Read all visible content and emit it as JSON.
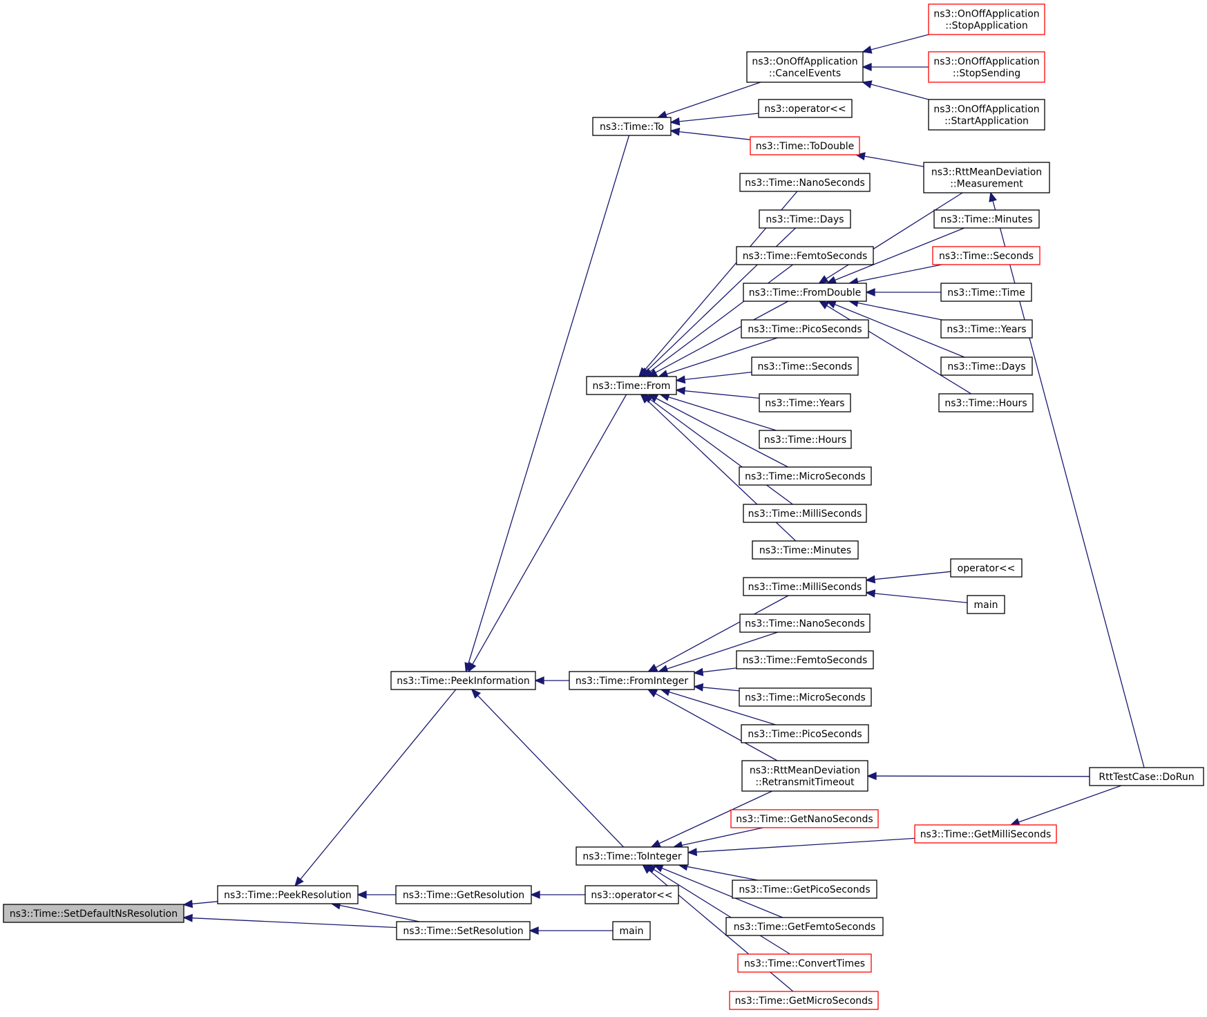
{
  "colors": {
    "edge": "#191970",
    "border_normal": "#000000",
    "border_truncated": "#ff0000",
    "root_fill": "#bfbfbf",
    "node_fill": "#ffffff"
  },
  "nodes": [
    {
      "id": "setDefault",
      "lines": [
        "ns3::Time::SetDefaultNsResolution"
      ],
      "status": "root"
    },
    {
      "id": "peekRes",
      "lines": [
        "ns3::Time::PeekResolution"
      ],
      "status": "normal"
    },
    {
      "id": "getRes",
      "lines": [
        "ns3::Time::GetResolution"
      ],
      "status": "normal"
    },
    {
      "id": "setRes",
      "lines": [
        "ns3::Time::SetResolution"
      ],
      "status": "normal"
    },
    {
      "id": "opLeft",
      "lines": [
        "ns3::operator<<"
      ],
      "status": "normal"
    },
    {
      "id": "mainLeft",
      "lines": [
        "main"
      ],
      "status": "normal"
    },
    {
      "id": "peekInfo",
      "lines": [
        "ns3::Time::PeekInformation"
      ],
      "status": "normal"
    },
    {
      "id": "timeTo",
      "lines": [
        "ns3::Time::To"
      ],
      "status": "normal"
    },
    {
      "id": "timeFrom",
      "lines": [
        "ns3::Time::From"
      ],
      "status": "normal"
    },
    {
      "id": "fromInt",
      "lines": [
        "ns3::Time::FromInteger"
      ],
      "status": "normal"
    },
    {
      "id": "toInt",
      "lines": [
        "ns3::Time::ToInteger"
      ],
      "status": "normal"
    },
    {
      "id": "cancelEvents",
      "lines": [
        "ns3::OnOffApplication",
        "::CancelEvents"
      ],
      "status": "normal"
    },
    {
      "id": "opTo",
      "lines": [
        "ns3::operator<<"
      ],
      "status": "normal"
    },
    {
      "id": "toDouble",
      "lines": [
        "ns3::Time::ToDouble"
      ],
      "status": "truncated"
    },
    {
      "id": "stopApp",
      "lines": [
        "ns3::OnOffApplication",
        "::StopApplication"
      ],
      "status": "truncated"
    },
    {
      "id": "stopSend",
      "lines": [
        "ns3::OnOffApplication",
        "::StopSending"
      ],
      "status": "truncated"
    },
    {
      "id": "startApp",
      "lines": [
        "ns3::OnOffApplication",
        "::StartApplication"
      ],
      "status": "normal"
    },
    {
      "id": "measurement",
      "lines": [
        "ns3::RttMeanDeviation",
        "::Measurement"
      ],
      "status": "normal"
    },
    {
      "id": "fNano",
      "lines": [
        "ns3::Time::NanoSeconds"
      ],
      "status": "normal"
    },
    {
      "id": "fDays",
      "lines": [
        "ns3::Time::Days"
      ],
      "status": "normal"
    },
    {
      "id": "fFemto",
      "lines": [
        "ns3::Time::FemtoSeconds"
      ],
      "status": "normal"
    },
    {
      "id": "fromDouble",
      "lines": [
        "ns3::Time::FromDouble"
      ],
      "status": "normal"
    },
    {
      "id": "fPico",
      "lines": [
        "ns3::Time::PicoSeconds"
      ],
      "status": "normal"
    },
    {
      "id": "fSec",
      "lines": [
        "ns3::Time::Seconds"
      ],
      "status": "normal"
    },
    {
      "id": "fYears",
      "lines": [
        "ns3::Time::Years"
      ],
      "status": "normal"
    },
    {
      "id": "fHours",
      "lines": [
        "ns3::Time::Hours"
      ],
      "status": "normal"
    },
    {
      "id": "fMicro",
      "lines": [
        "ns3::Time::MicroSeconds"
      ],
      "status": "normal"
    },
    {
      "id": "fMilli",
      "lines": [
        "ns3::Time::MilliSeconds"
      ],
      "status": "normal"
    },
    {
      "id": "fMin",
      "lines": [
        "ns3::Time::Minutes"
      ],
      "status": "normal"
    },
    {
      "id": "dMin",
      "lines": [
        "ns3::Time::Minutes"
      ],
      "status": "normal"
    },
    {
      "id": "dSec",
      "lines": [
        "ns3::Time::Seconds"
      ],
      "status": "truncated"
    },
    {
      "id": "dTime",
      "lines": [
        "ns3::Time::Time"
      ],
      "status": "normal"
    },
    {
      "id": "dYears",
      "lines": [
        "ns3::Time::Years"
      ],
      "status": "normal"
    },
    {
      "id": "dDays",
      "lines": [
        "ns3::Time::Days"
      ],
      "status": "normal"
    },
    {
      "id": "dHours",
      "lines": [
        "ns3::Time::Hours"
      ],
      "status": "normal"
    },
    {
      "id": "iMilli",
      "lines": [
        "ns3::Time::MilliSeconds"
      ],
      "status": "normal"
    },
    {
      "id": "iNano",
      "lines": [
        "ns3::Time::NanoSeconds"
      ],
      "status": "normal"
    },
    {
      "id": "iFemto",
      "lines": [
        "ns3::Time::FemtoSeconds"
      ],
      "status": "normal"
    },
    {
      "id": "iMicro",
      "lines": [
        "ns3::Time::MicroSeconds"
      ],
      "status": "normal"
    },
    {
      "id": "iPico",
      "lines": [
        "ns3::Time::PicoSeconds"
      ],
      "status": "normal"
    },
    {
      "id": "retransmit",
      "lines": [
        "ns3::RttMeanDeviation",
        "::RetransmitTimeout"
      ],
      "status": "normal"
    },
    {
      "id": "opRight",
      "lines": [
        "operator<<"
      ],
      "status": "normal"
    },
    {
      "id": "mainRight",
      "lines": [
        "main"
      ],
      "status": "normal"
    },
    {
      "id": "doRun",
      "lines": [
        "RttTestCase::DoRun"
      ],
      "status": "normal"
    },
    {
      "id": "getNano",
      "lines": [
        "ns3::Time::GetNanoSeconds"
      ],
      "status": "truncated"
    },
    {
      "id": "getMilli",
      "lines": [
        "ns3::Time::GetMilliSeconds"
      ],
      "status": "truncated"
    },
    {
      "id": "getPico",
      "lines": [
        "ns3::Time::GetPicoSeconds"
      ],
      "status": "normal"
    },
    {
      "id": "getFemto",
      "lines": [
        "ns3::Time::GetFemtoSeconds"
      ],
      "status": "normal"
    },
    {
      "id": "convert",
      "lines": [
        "ns3::Time::ConvertTimes"
      ],
      "status": "truncated"
    },
    {
      "id": "getMicro",
      "lines": [
        "ns3::Time::GetMicroSeconds"
      ],
      "status": "truncated"
    }
  ],
  "edges": [
    {
      "from": "peekRes",
      "to": "setDefault"
    },
    {
      "from": "setRes",
      "to": "setDefault"
    },
    {
      "from": "getRes",
      "to": "peekRes"
    },
    {
      "from": "setRes",
      "to": "peekRes"
    },
    {
      "from": "peekInfo",
      "to": "peekRes"
    },
    {
      "from": "opLeft",
      "to": "getRes"
    },
    {
      "from": "mainLeft",
      "to": "setRes"
    },
    {
      "from": "timeTo",
      "to": "peekInfo"
    },
    {
      "from": "timeFrom",
      "to": "peekInfo"
    },
    {
      "from": "fromInt",
      "to": "peekInfo"
    },
    {
      "from": "toInt",
      "to": "peekInfo"
    },
    {
      "from": "cancelEvents",
      "to": "timeTo"
    },
    {
      "from": "opTo",
      "to": "timeTo"
    },
    {
      "from": "toDouble",
      "to": "timeTo"
    },
    {
      "from": "stopApp",
      "to": "cancelEvents"
    },
    {
      "from": "stopSend",
      "to": "cancelEvents"
    },
    {
      "from": "startApp",
      "to": "cancelEvents"
    },
    {
      "from": "measurement",
      "to": "toDouble"
    },
    {
      "from": "fNano",
      "to": "timeFrom"
    },
    {
      "from": "fDays",
      "to": "timeFrom"
    },
    {
      "from": "fFemto",
      "to": "timeFrom"
    },
    {
      "from": "fromDouble",
      "to": "timeFrom"
    },
    {
      "from": "fPico",
      "to": "timeFrom"
    },
    {
      "from": "fSec",
      "to": "timeFrom"
    },
    {
      "from": "fYears",
      "to": "timeFrom"
    },
    {
      "from": "fHours",
      "to": "timeFrom"
    },
    {
      "from": "fMicro",
      "to": "timeFrom"
    },
    {
      "from": "fMilli",
      "to": "timeFrom"
    },
    {
      "from": "fMin",
      "to": "timeFrom"
    },
    {
      "from": "measurement",
      "to": "fromDouble"
    },
    {
      "from": "dMin",
      "to": "fromDouble"
    },
    {
      "from": "dSec",
      "to": "fromDouble"
    },
    {
      "from": "dTime",
      "to": "fromDouble"
    },
    {
      "from": "dYears",
      "to": "fromDouble"
    },
    {
      "from": "dDays",
      "to": "fromDouble"
    },
    {
      "from": "dHours",
      "to": "fromDouble"
    },
    {
      "from": "iMilli",
      "to": "fromInt"
    },
    {
      "from": "iNano",
      "to": "fromInt"
    },
    {
      "from": "iFemto",
      "to": "fromInt"
    },
    {
      "from": "iMicro",
      "to": "fromInt"
    },
    {
      "from": "iPico",
      "to": "fromInt"
    },
    {
      "from": "retransmit",
      "to": "fromInt"
    },
    {
      "from": "opRight",
      "to": "iMilli"
    },
    {
      "from": "mainRight",
      "to": "iMilli"
    },
    {
      "from": "doRun",
      "to": "measurement"
    },
    {
      "from": "doRun",
      "to": "retransmit"
    },
    {
      "from": "doRun",
      "to": "getMilli"
    },
    {
      "from": "retransmit",
      "to": "toInt"
    },
    {
      "from": "getNano",
      "to": "toInt"
    },
    {
      "from": "getMilli",
      "to": "toInt"
    },
    {
      "from": "getPico",
      "to": "toInt"
    },
    {
      "from": "getFemto",
      "to": "toInt"
    },
    {
      "from": "convert",
      "to": "toInt"
    },
    {
      "from": "getMicro",
      "to": "toInt"
    }
  ]
}
